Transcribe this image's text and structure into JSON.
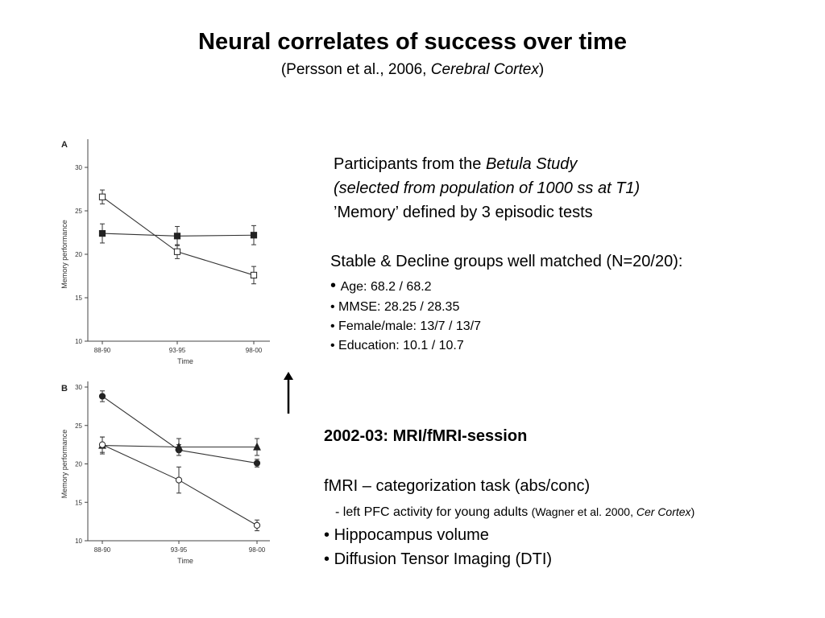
{
  "slide": {
    "title": "Neural correlates of success over time",
    "citation_prefix": "(Persson et al., 2006, ",
    "citation_journal": "Cerebral Cortex",
    "citation_suffix": ")"
  },
  "info": {
    "participants_prefix": "Participants from the ",
    "participants_study": "Betula Study",
    "selected": "(selected from population of 1000 ss at T1)",
    "memory_def": "’Memory’ defined by 3 episodic tests",
    "groups_heading": "Stable & Decline groups well matched (N=20/20):",
    "bullets": [
      "Age: 68.2 / 68.2",
      "MMSE: 28.25 / 28.35",
      "Female/male: 13/7 / 13/7",
      "Education: 10.1 / 10.7"
    ]
  },
  "session": {
    "heading": "2002-03: MRI/fMRI-session",
    "fmri_line": "fMRI – categorization task (abs/conc)",
    "pfc_line": "- left PFC activity for young adults ",
    "pfc_ref_prefix": "(Wagner et al. 2000, ",
    "pfc_ref_journal": "Cer Cortex",
    "pfc_ref_suffix": ")",
    "bullets": [
      "Hippocampus volume",
      "Diffusion Tensor Imaging (DTI)"
    ]
  },
  "chart_data": [
    {
      "type": "line",
      "panel": "A",
      "xlabel": "Time",
      "ylabel": "Memory performance",
      "categories": [
        "88-90",
        "93-95",
        "98-00"
      ],
      "ylim": [
        10,
        30
      ],
      "yticks": [
        10,
        15,
        20,
        25,
        30
      ],
      "series": [
        {
          "marker": "square-filled",
          "values": [
            22.4,
            22.1,
            22.2
          ],
          "errors": [
            1.1,
            1.1,
            1.1
          ]
        },
        {
          "marker": "square-open",
          "values": [
            26.6,
            20.3,
            17.6
          ],
          "errors": [
            0.8,
            0.8,
            1.0
          ]
        }
      ]
    },
    {
      "type": "line",
      "panel": "B",
      "xlabel": "Time",
      "ylabel": "Memory performance",
      "categories": [
        "88-90",
        "93-95",
        "98-00"
      ],
      "ylim": [
        10,
        30
      ],
      "yticks": [
        10,
        15,
        20,
        25,
        30
      ],
      "series": [
        {
          "marker": "circle-filled",
          "values": [
            28.8,
            21.8,
            20.1
          ],
          "errors": [
            0.7,
            0.7,
            0.5
          ]
        },
        {
          "marker": "triangle-filled",
          "values": [
            22.4,
            22.2,
            22.2
          ],
          "errors": [
            1.1,
            1.1,
            1.1
          ]
        },
        {
          "marker": "circle-open",
          "values": [
            22.5,
            17.9,
            12.0
          ],
          "errors": [
            1.0,
            1.7,
            0.7
          ]
        }
      ]
    }
  ]
}
